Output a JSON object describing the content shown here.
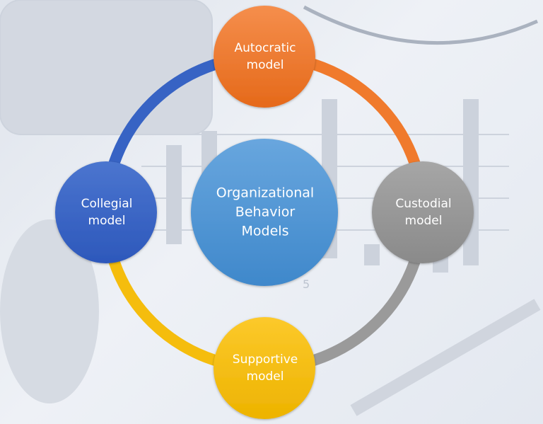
{
  "center": {
    "label": "Organizational\nBehavior\nModels",
    "color": "#4f97d6"
  },
  "nodes": [
    {
      "id": "autocratic",
      "label": "Autocratic\nmodel",
      "color": "#f07a2c"
    },
    {
      "id": "custodial",
      "label": "Custodial\nmodel",
      "color": "#9a9a9a"
    },
    {
      "id": "supportive",
      "label": "Supportive\nmodel",
      "color": "#f5bd0d"
    },
    {
      "id": "collegial",
      "label": "Collegial\nmodel",
      "color": "#3763c4"
    }
  ],
  "background_number": "5"
}
